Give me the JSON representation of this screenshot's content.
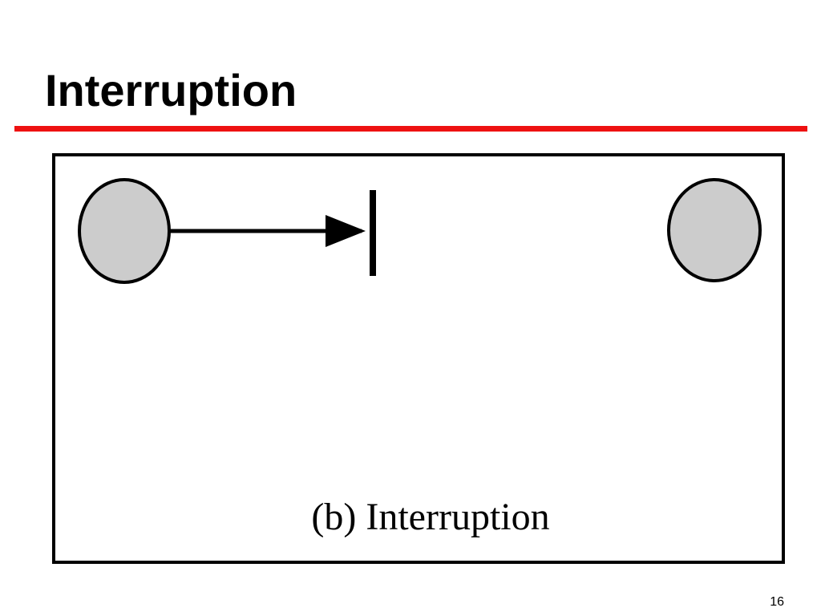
{
  "slide": {
    "title": "Interruption",
    "page_number": "16",
    "accent_color": "#ee1111"
  },
  "figure": {
    "caption": "(b) Interruption",
    "nodes": [
      {
        "role": "source",
        "fill": "#cccccc"
      },
      {
        "role": "destination",
        "fill": "#cccccc"
      }
    ],
    "flow": {
      "from": "source",
      "blocked": true
    }
  }
}
